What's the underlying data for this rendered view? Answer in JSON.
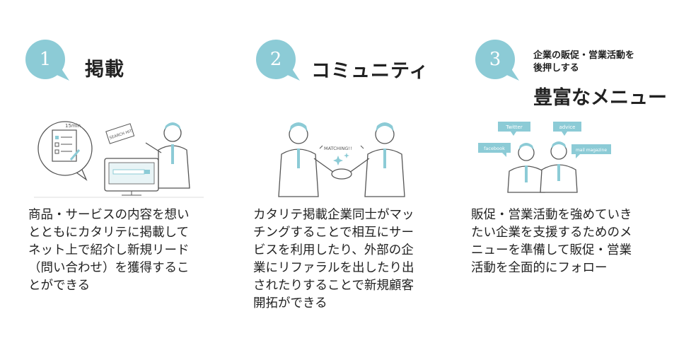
{
  "features": [
    {
      "number": "1",
      "title": "掲載",
      "illustration": {
        "clock_text": "15min",
        "tag_text": "SEARCH HIT!"
      },
      "description_lines": [
        "商品・サービスの内容を想い",
        "とともにカタリテに掲載して",
        "ネット上で紹介し新規リード",
        "（問い合わせ）を獲得するこ",
        "とができる"
      ]
    },
    {
      "number": "2",
      "title": "コミュニティ",
      "illustration": {
        "tag_text": "MATCHING!!"
      },
      "description_lines": [
        "カタリテ掲載企業同士がマッ",
        "チングすることで相互にサー",
        "ビスを利用したり、外部の企",
        "業にリファラルを出したり出",
        "されたりすることで新規顧客",
        "開拓ができる"
      ]
    },
    {
      "number": "3",
      "title_small_lines": [
        "企業の販促・営業活動を",
        "後押しする"
      ],
      "title": "豊富なメニュー",
      "illustration": {
        "bubbles": [
          "Twitter",
          "advice",
          "facebook",
          "mail magazine"
        ]
      },
      "description_lines": [
        "販促・営業活動を強めていき",
        "たい企業を支援するためのメ",
        "ニューを準備して販促・営業",
        "活動を全面的にフォロー"
      ]
    }
  ],
  "colors": {
    "accent": "#8ccbd6",
    "text": "#222222",
    "line": "#555555"
  }
}
